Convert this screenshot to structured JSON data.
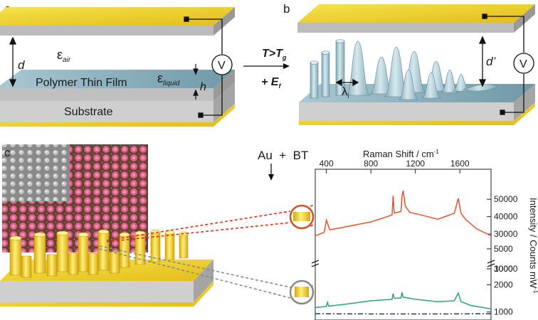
{
  "panels": {
    "a": {
      "label": "a",
      "eps_air": "ε",
      "eps_air_sub": "air",
      "d": "d",
      "film": "Polymer Thin Film",
      "eps_liquid": "ε",
      "eps_liquid_sub": "liquid",
      "h": "h",
      "substrate": "Substrate",
      "voltmeter": "V"
    },
    "arrow": {
      "cond_main": "T>T",
      "cond_sub": "g",
      "field_main": "+ E",
      "field_sub": "f"
    },
    "b": {
      "label": "b",
      "d_prime": "d’",
      "lambda": "λ",
      "lambda_sub": "i",
      "voltmeter": "V"
    },
    "c": {
      "label": "c",
      "deposit_text": "Au  +  BT"
    }
  },
  "chart_data": {
    "type": "line",
    "x_axis": {
      "label": "Raman Shift / cm",
      "label_sup": "-1",
      "position": "top",
      "ticks": [
        "400",
        "800",
        "1200",
        "1600"
      ]
    },
    "y_axis": {
      "label": "Intensity / Counts mW",
      "label_sup": "-1",
      "position": "right",
      "broken": true,
      "ticks": [
        "50000",
        "40000",
        "30000",
        "10000",
        "5000",
        "3000",
        "2000",
        "1000"
      ]
    },
    "series": [
      {
        "color": "#e8512b",
        "style": "solid",
        "x": [
          300,
          380,
          400,
          430,
          520,
          640,
          800,
          900,
          990,
          1000,
          1010,
          1070,
          1080,
          1090,
          1110,
          1150,
          1250,
          1400,
          1550,
          1585,
          1610,
          1650,
          1750,
          1880
        ],
        "y": [
          29000,
          31000,
          38000,
          32500,
          33500,
          35000,
          37000,
          39000,
          41000,
          52000,
          42000,
          43000,
          52000,
          55000,
          46000,
          42500,
          41000,
          38500,
          42000,
          50500,
          42000,
          38500,
          33000,
          29000
        ]
      },
      {
        "color": "#2aa57a",
        "style": "solid",
        "x": [
          300,
          400,
          410,
          420,
          600,
          800,
          990,
          1000,
          1010,
          1070,
          1080,
          1090,
          1200,
          1400,
          1550,
          1585,
          1610,
          1700,
          1880
        ],
        "y": [
          1120,
          1150,
          1280,
          1160,
          1230,
          1330,
          1380,
          1600,
          1420,
          1430,
          1650,
          1460,
          1380,
          1300,
          1330,
          1620,
          1300,
          1180,
          1080
        ]
      },
      {
        "color": "#27337a",
        "style": "dash-dot",
        "x": [
          300,
          600,
          1000,
          1400,
          1880
        ],
        "y": [
          955,
          952,
          950,
          950,
          955
        ]
      }
    ]
  }
}
